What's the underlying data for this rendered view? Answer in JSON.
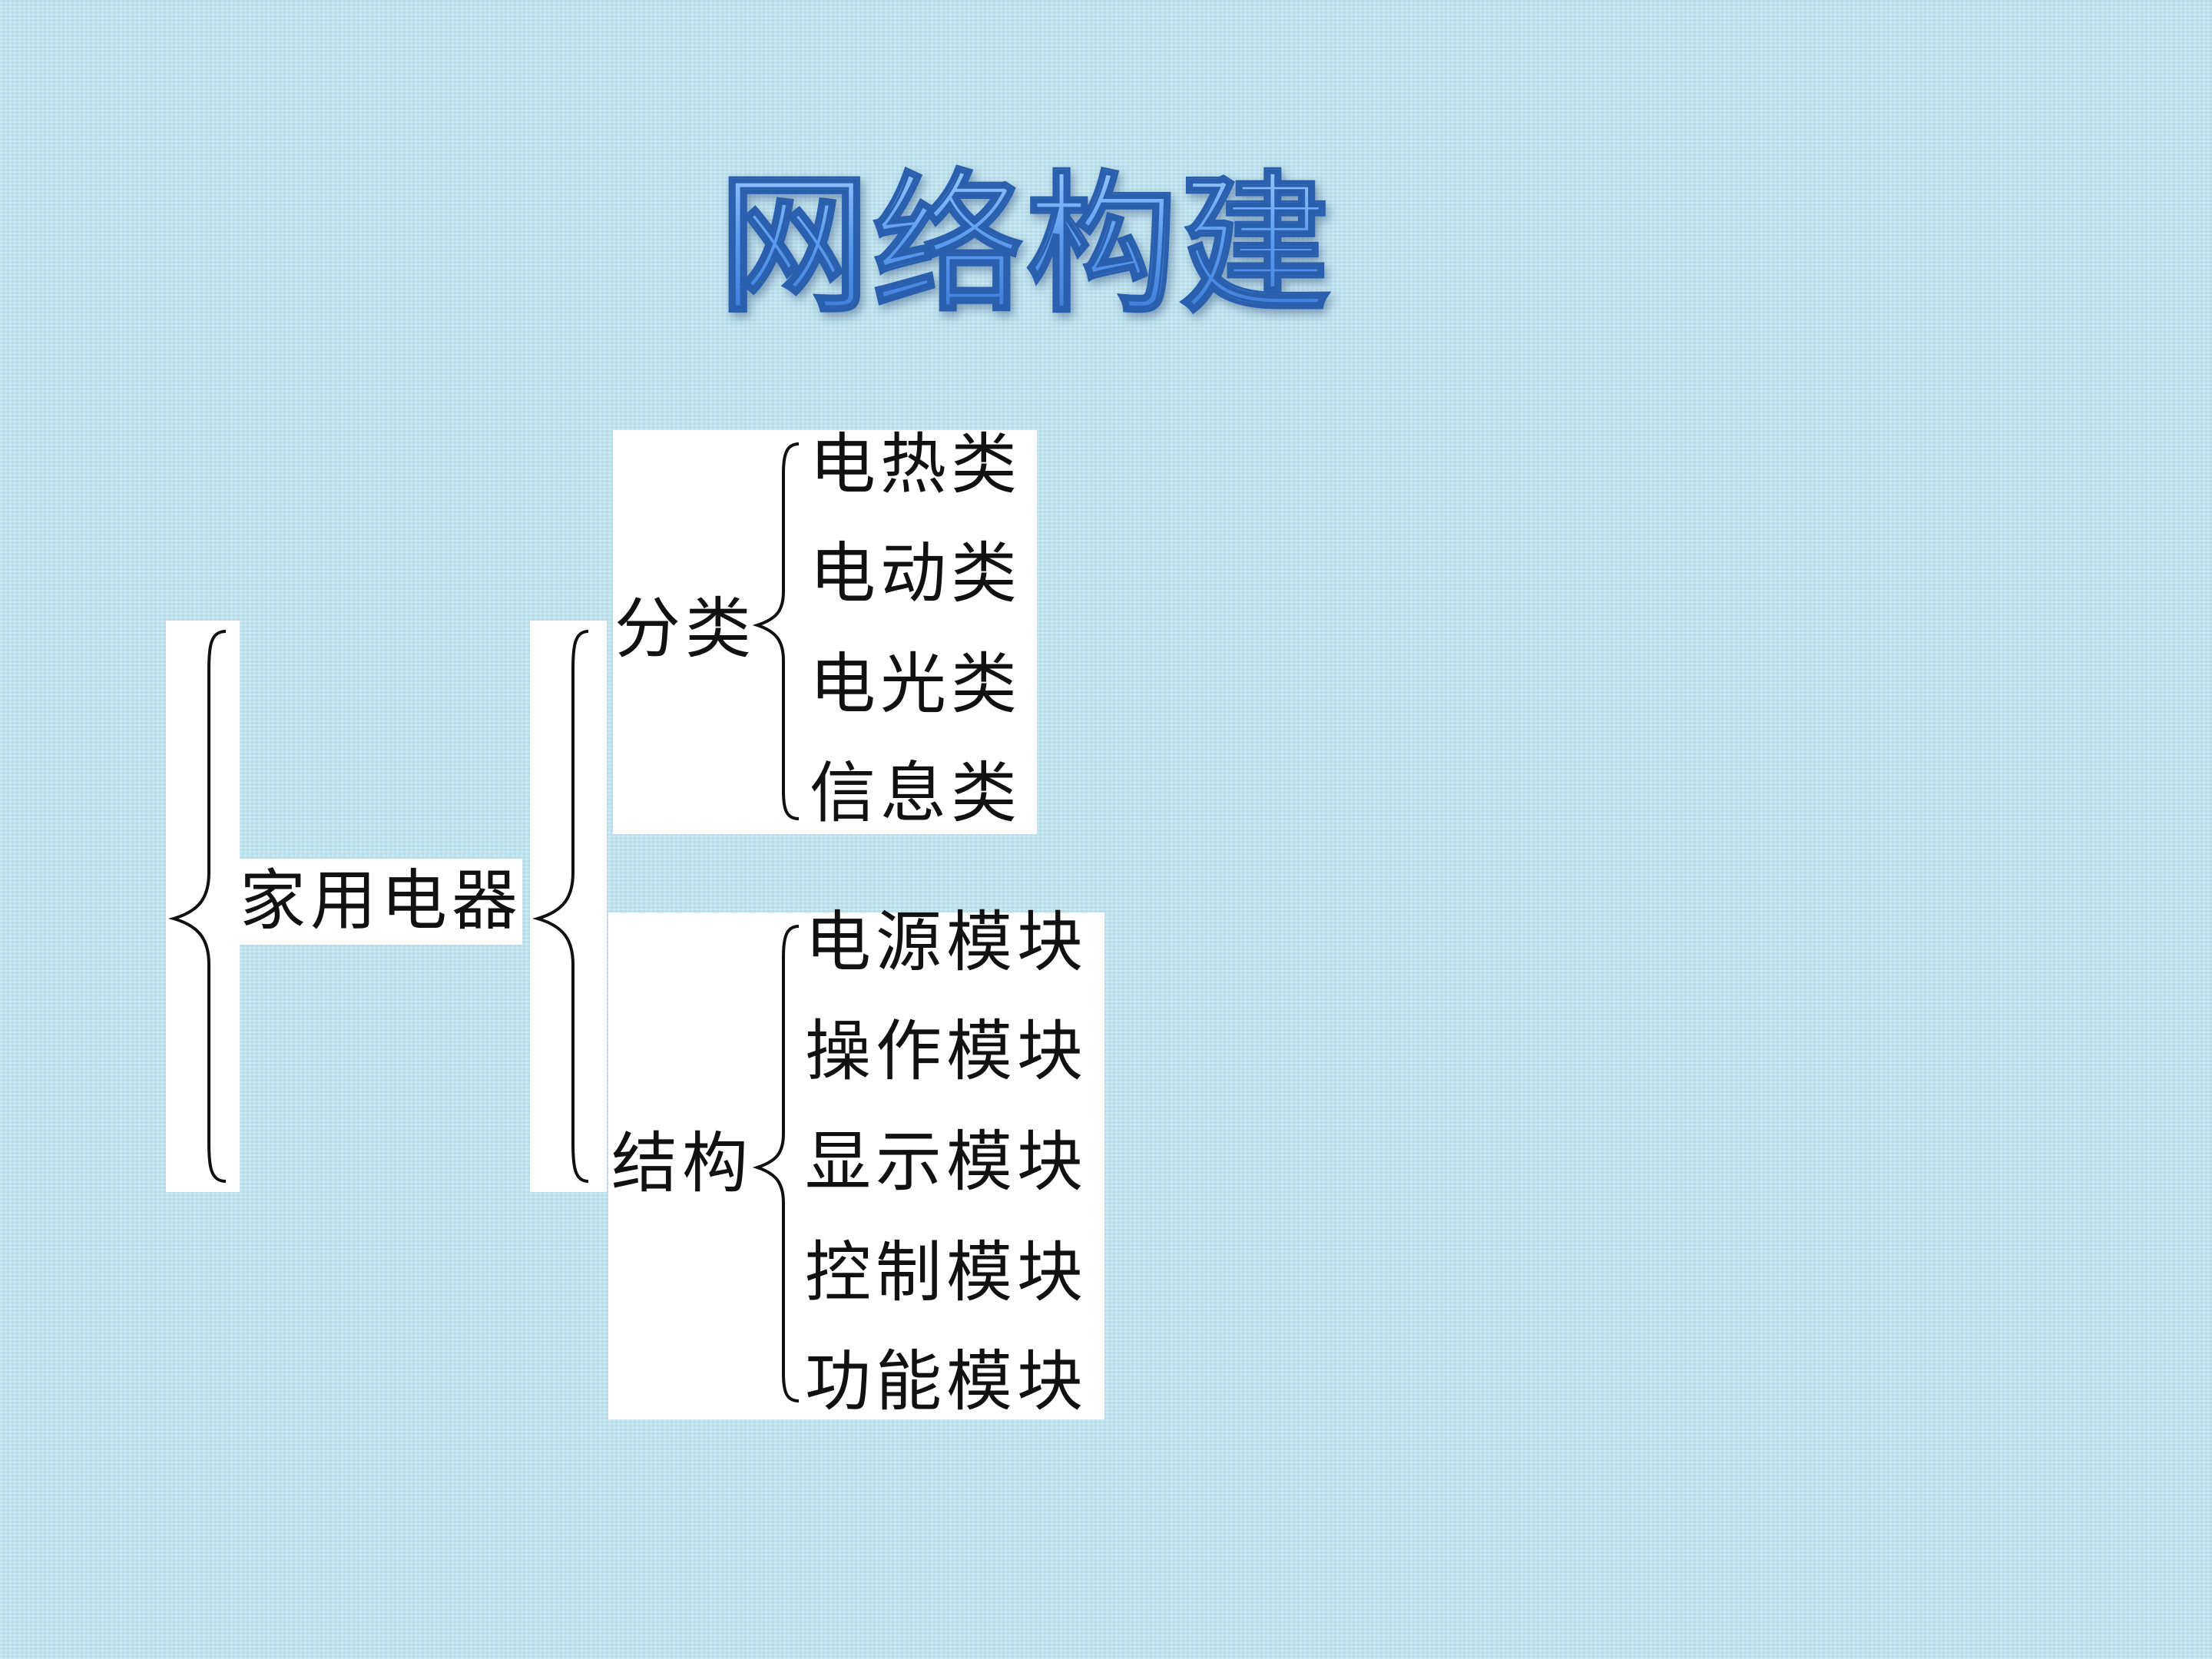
{
  "title": "网络构建",
  "root": "家用电器",
  "branches": [
    {
      "label": "分类",
      "items": [
        "电热类",
        "电动类",
        "电光类",
        "信息类"
      ]
    },
    {
      "label": "结构",
      "items": [
        "电源模块",
        "操作模块",
        "显示模块",
        "控制模块",
        "功能模块"
      ]
    }
  ],
  "colors": {
    "background": "#c3e6f1",
    "title": "#4d8fe0",
    "text": "#111111"
  }
}
